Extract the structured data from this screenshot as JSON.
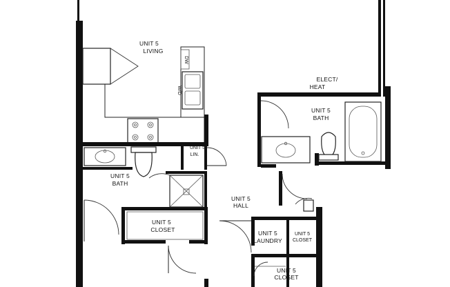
{
  "rooms": {
    "living": {
      "unit": "UNIT 5",
      "name": "LIVING"
    },
    "bath_left": {
      "unit": "UNIT 5",
      "name": "BATH"
    },
    "bath_right": {
      "unit": "UNIT 5",
      "name": "BATH"
    },
    "closet_left": {
      "unit": "UNIT 5",
      "name": "CLOSET"
    },
    "hall": {
      "unit": "UNIT 5",
      "name": "HALL"
    },
    "laundry": {
      "unit": "UNIT 5",
      "name": "LAUNDRY"
    },
    "closet_right": {
      "unit": "UNIT 5",
      "name": "CLOSET"
    },
    "closet_bottom": {
      "unit": "UNIT 5",
      "name": "CLOSET"
    },
    "linen": {
      "unit": "UNIT 5",
      "name": "LIN."
    }
  },
  "utility": {
    "line1": "ELECT/",
    "line2": "HEAT"
  },
  "appliances": {
    "dishwasher": "DW",
    "washer": "W/D"
  }
}
